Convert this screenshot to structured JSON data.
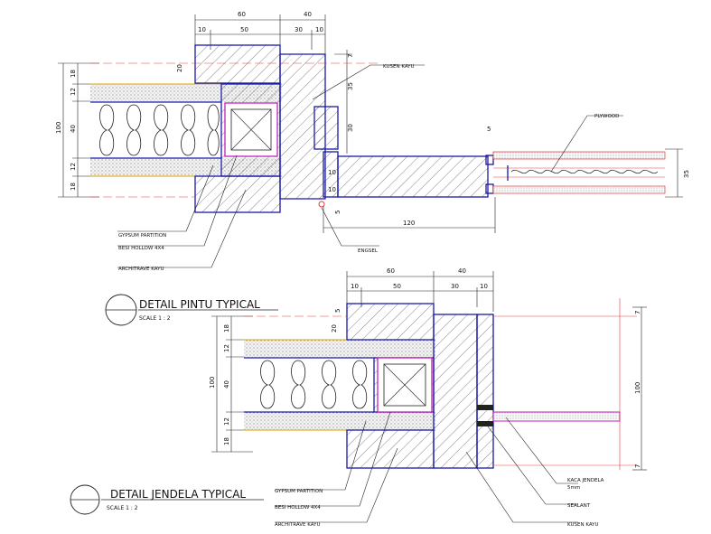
{
  "details": [
    {
      "title": "DETAIL PINTU TYPICAL",
      "scale": "SCALE    1  :  2",
      "dims_top": [
        "60",
        "40",
        "10",
        "50",
        "30",
        "10"
      ],
      "dims_left": [
        "18",
        "12",
        "40",
        "12",
        "18"
      ],
      "dim_total": "100",
      "dim_small": [
        "20",
        "7",
        "35",
        "30",
        "10",
        "10",
        "5",
        "5",
        "35"
      ],
      "dim_bottom": "120",
      "labels": {
        "kusen": "KUSEN KAYU",
        "plywood": "PLYWOOD",
        "gypsum": "GYPSUM PARTITION",
        "besi": "BESI HOLLOW 4X4",
        "architrave": "ARCHITRAVE KAYU",
        "engsel": "ENGSEL"
      }
    },
    {
      "title": "DETAIL JENDELA TYPICAL",
      "scale": "SCALE    1  :  2",
      "dims_top": [
        "60",
        "40",
        "10",
        "50",
        "30",
        "10"
      ],
      "dims_left": [
        "18",
        "12",
        "40",
        "12",
        "18"
      ],
      "dim_total": "100",
      "dim_small": [
        "5",
        "20",
        "7",
        "100",
        "7"
      ],
      "labels": {
        "kaca": "KACA JENDELA",
        "kaca_sub": "5mm",
        "sealant": "SEALANT",
        "kusen": "KUSEN KAYU",
        "gypsum": "GYPSUM PARTITION",
        "besi": "BESI HOLLOW 4X4",
        "architrave": "ARCHITRAVE KAYU"
      }
    }
  ]
}
